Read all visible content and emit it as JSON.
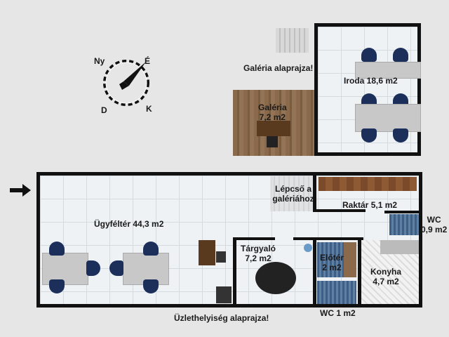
{
  "compass": {
    "north": "É",
    "west": "Ny",
    "south": "D",
    "east": "K"
  },
  "gallery_floor": {
    "title": "Galéria alaprajza!",
    "rooms": [
      {
        "name": "Galéria",
        "area": "7,2 m2"
      },
      {
        "name": "Iroda 18,6 m2"
      }
    ]
  },
  "ground_floor": {
    "title": "Üzlethelyiség alaprajza!",
    "rooms": {
      "ugyfelter": "Ügyféltér 44,3 m2",
      "lepcso": "Lépcső a galériához",
      "raktar": "Raktár 5,1 m2",
      "wc_small_name": "WC",
      "wc_small_area": "0,9 m2",
      "targyalo_name": "Tárgyaló",
      "targyalo_area": "7,2 m2",
      "eloter_name": "Előtér",
      "eloter_area": "2 m2",
      "konyha_name": "Konyha",
      "konyha_area": "4,7 m2",
      "wc": "WC 1 m2"
    }
  }
}
